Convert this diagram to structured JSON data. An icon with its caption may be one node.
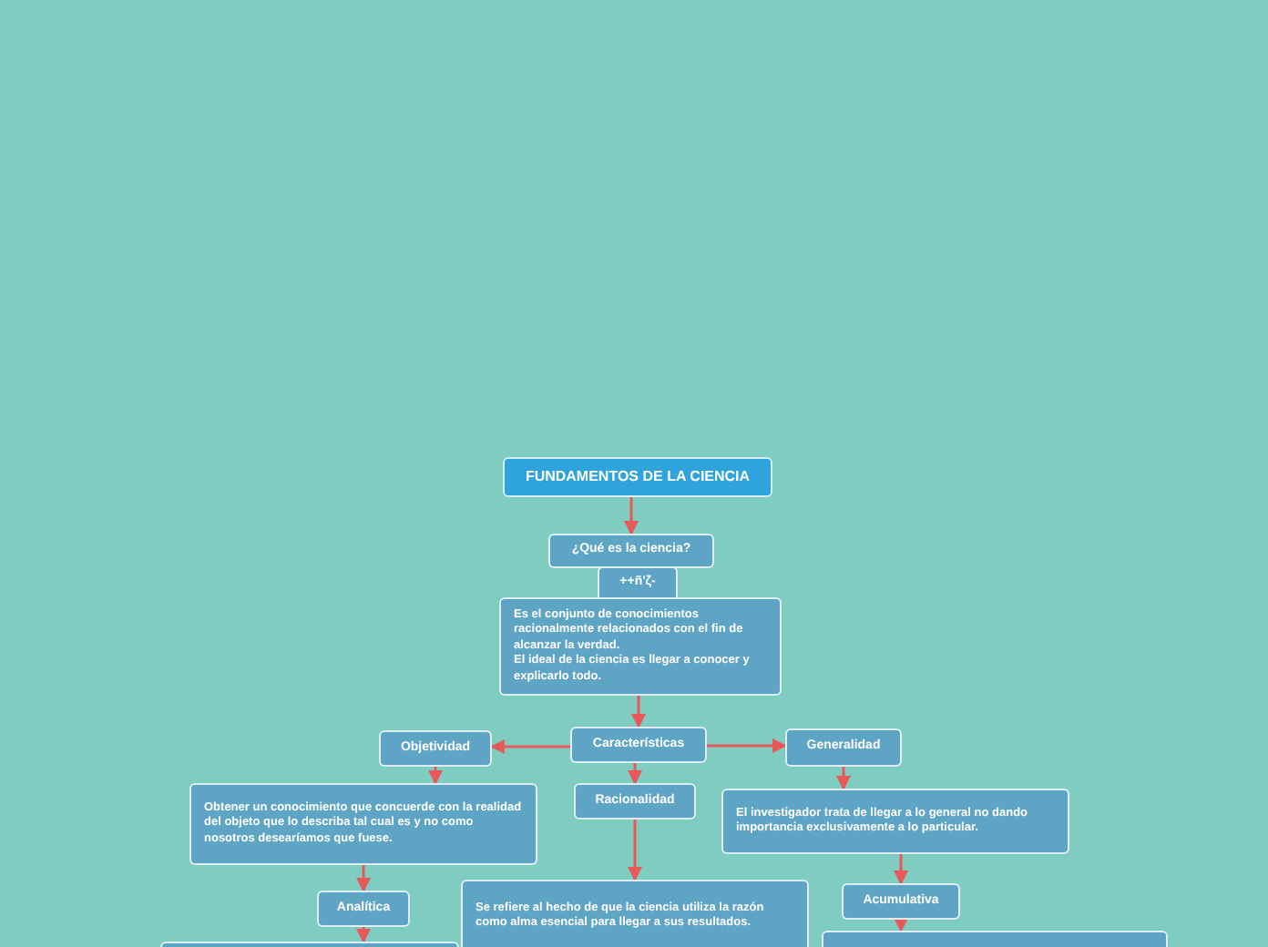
{
  "diagram": {
    "nodes": [
      {
        "text": [
          "FUNDAMENTOS DE LA CIENCIA"
        ]
      },
      {
        "text": [
          "¿Qué es la ciencia?"
        ]
      },
      {
        "text": [
          "++ñ'ζ-"
        ]
      },
      {
        "text": [
          "Es el conjunto de conocimientos racionalmente relacionados con el fin de alcanzar la verdad.",
          "El ideal de la ciencia es llegar a conocer y explicarlo todo."
        ]
      },
      {
        "text": [
          "Características"
        ]
      },
      {
        "text": [
          "Objetividad"
        ]
      },
      {
        "text": [
          "Generalidad"
        ]
      },
      {
        "text": [
          "Racionalidad"
        ]
      },
      {
        "text": [
          "Obtener un conocimiento que concuerde con la realidad del objeto que lo describa tal cual es y no como nosotros desearíamos que fuese."
        ]
      },
      {
        "text": [
          "Se refiere al hecho de que la ciencia utiliza la razón como alma esencial para llegar a sus resultados."
        ]
      },
      {
        "text": [
          "El investigador trata de llegar a lo general no dando importancia exclusivamente a lo particular."
        ]
      },
      {
        "text": [
          "Analítica"
        ]
      },
      {
        "text": [
          "Acumulativa"
        ]
      },
      {
        "text": [],
        "shape": "box"
      },
      {
        "text": [],
        "shape": "box"
      }
    ],
    "edges": [
      {
        "from": 0,
        "to": 1,
        "arrow": "to"
      },
      {
        "from": 3,
        "to": 4,
        "arrow": "to"
      },
      {
        "from": 4,
        "to": 5,
        "arrow": "to"
      },
      {
        "from": 4,
        "to": 6,
        "arrow": "to"
      },
      {
        "from": 4,
        "to": 7,
        "arrow": "to"
      },
      {
        "from": 5,
        "to": 8,
        "arrow": "to"
      },
      {
        "from": 7,
        "to": 9,
        "arrow": "to"
      },
      {
        "from": 6,
        "to": 10,
        "arrow": "to"
      },
      {
        "from": 8,
        "to": 11,
        "arrow": "to"
      },
      {
        "from": 10,
        "to": 12,
        "arrow": "to"
      },
      {
        "from": 11,
        "to": 13,
        "arrow": "to"
      },
      {
        "from": 12,
        "to": 14,
        "arrow": "to"
      }
    ]
  }
}
